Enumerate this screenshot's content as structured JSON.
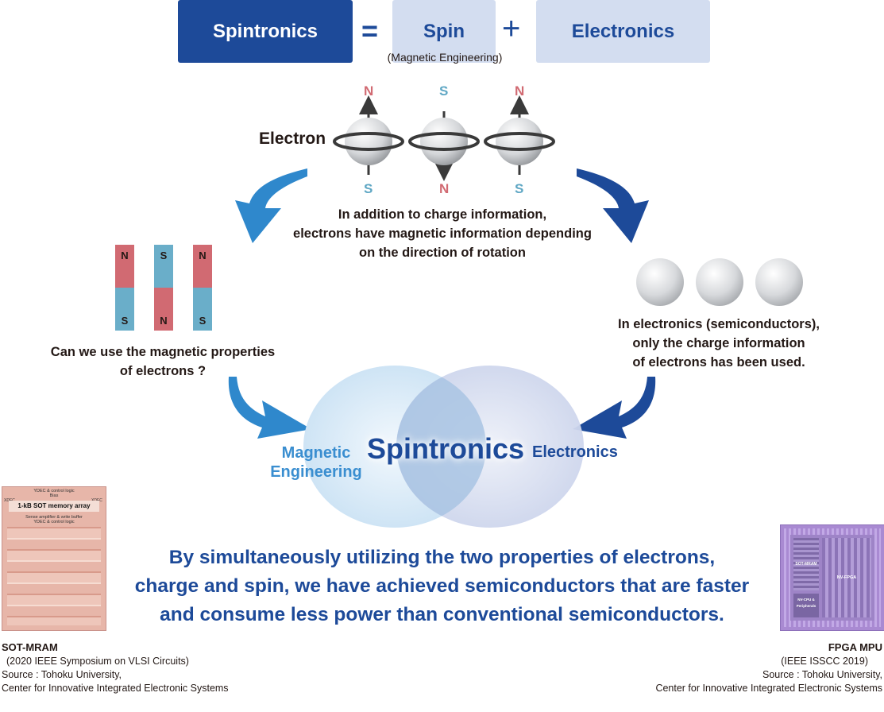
{
  "equation": {
    "term1": "Spintronics",
    "equals": "=",
    "term2": "Spin",
    "term2_note": "(Magnetic Engineering)",
    "plus": "+",
    "term3": "Electronics"
  },
  "spins": {
    "electron_label": "Electron",
    "top_poles": [
      "N",
      "S",
      "N"
    ],
    "bottom_poles": [
      "S",
      "N",
      "S"
    ],
    "caption": [
      "In addition to charge information,",
      "electrons have magnetic information depending",
      "on the direction of rotation"
    ]
  },
  "magnets": {
    "top": [
      "N",
      "S",
      "N"
    ],
    "bottom": [
      "S",
      "N",
      "S"
    ],
    "question": [
      "Can we use the magnetic properties",
      "of electrons ?"
    ]
  },
  "electronics": {
    "caption": [
      "In electronics (semiconductors),",
      "only the charge information",
      "of electrons has been used."
    ]
  },
  "venn": {
    "left": [
      "Magnetic",
      "Engineering"
    ],
    "center": "Spintronics",
    "right": "Electronics"
  },
  "conclusion": [
    "By simultaneously utilizing the two properties of electrons,",
    "charge and spin, we have achieved semiconductors that are faster",
    "and consume less power than conventional semiconductors."
  ],
  "chip_left": {
    "die_top": "YDEC & control logic",
    "die_bias": "Bias",
    "die_title": "1-kB SOT memory array",
    "die_sense": "Sense amplifier & write buffer",
    "die_ydec": "YDEC & control logic",
    "die_side_l": "XDEC",
    "die_side_r": "XDEC",
    "title": "SOT-MRAM",
    "lines": [
      "(2020 IEEE Symposium on VLSI Circuits)",
      "Source : Tohoku University,",
      "Center for Innovative Integrated Electronic Systems"
    ]
  },
  "chip_right": {
    "die_mram": "SOT-MRAM",
    "die_fpga": "NV-FPGA",
    "die_cpu": "NV-CPU & Peripherals",
    "title": "FPGA MPU",
    "lines": [
      "(IEEE ISSCC 2019)",
      "Source : Tohoku University,",
      "Center for Innovative Integrated Electronic Systems"
    ]
  },
  "colors": {
    "navy": "#1d4a99",
    "light_box": "#d3ddf0",
    "arrow_light": "#2f88cc",
    "arrow_dark": "#1d4a99",
    "pole_n": "#d16a72",
    "pole_s": "#5fa7c4"
  }
}
